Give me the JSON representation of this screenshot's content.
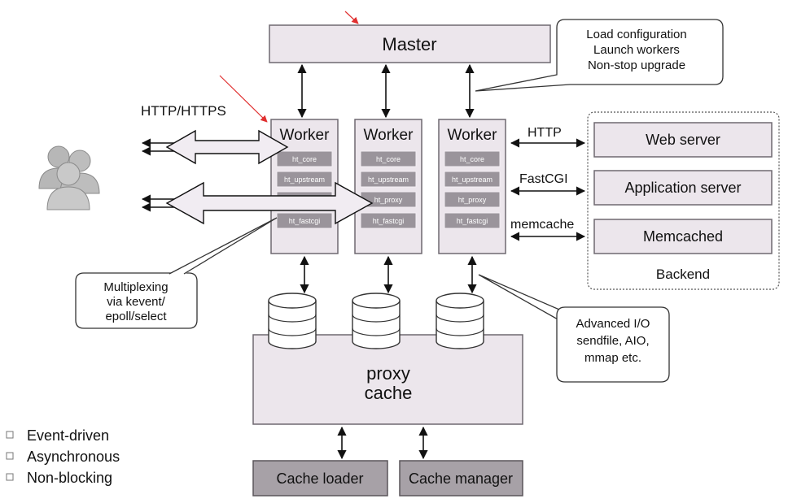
{
  "master": {
    "label": "Master"
  },
  "master_note": [
    "Load configuration",
    "Launch workers",
    "Non-stop upgrade"
  ],
  "http_https": "HTTP/HTTPS",
  "workers": [
    {
      "label": "Worker",
      "modules": [
        "ht_core",
        "ht_upstream",
        "",
        "ht_fastcgi"
      ]
    },
    {
      "label": "Worker",
      "modules": [
        "ht_core",
        "ht_upstream",
        "ht_proxy",
        "ht_fastcgi"
      ]
    },
    {
      "label": "Worker",
      "modules": [
        "ht_core",
        "ht_upstream",
        "ht_proxy",
        "ht_fastcgi"
      ]
    }
  ],
  "protocols": [
    "HTTP",
    "FastCGI",
    "memcache"
  ],
  "backend": {
    "title": "Backend",
    "servers": [
      "Web server",
      "Application server",
      "Memcached"
    ]
  },
  "proxy_cache": [
    "proxy",
    "cache"
  ],
  "multiplexing_note": [
    "Multiplexing",
    "via kevent/",
    "epoll/select"
  ],
  "advanced_io_note": [
    "Advanced I/O",
    "sendfile, AIO,",
    "mmap etc."
  ],
  "cache_loader": "Cache loader",
  "cache_manager": "Cache manager",
  "bullets": [
    "Event-driven",
    "Asynchronous",
    "Non-blocking"
  ],
  "icons": {
    "users": "users-icon",
    "bullet": "square-bullet-icon"
  },
  "colors": {
    "box_fill": "#ece6ec",
    "dark_box_fill": "#a7a1a7",
    "module_fill": "#9a949b",
    "annotation_arrow": "#e03030"
  }
}
